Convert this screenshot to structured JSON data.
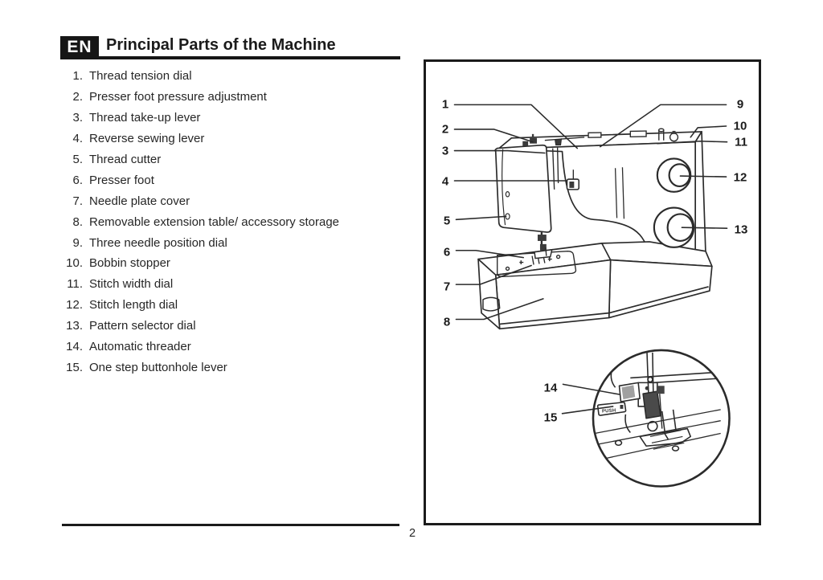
{
  "header": {
    "language_badge": "EN",
    "title": "Principal Parts of the Machine"
  },
  "parts_list": {
    "items": [
      {
        "num": "1.",
        "text": "Thread tension dial"
      },
      {
        "num": "2.",
        "text": "Presser foot pressure adjustment"
      },
      {
        "num": "3.",
        "text": "Thread take-up lever"
      },
      {
        "num": "4.",
        "text": "Reverse sewing lever"
      },
      {
        "num": "5.",
        "text": "Thread cutter"
      },
      {
        "num": "6.",
        "text": "Presser foot"
      },
      {
        "num": "7.",
        "text": "Needle plate cover"
      },
      {
        "num": "8.",
        "text": "Removable extension table/ accessory storage"
      },
      {
        "num": "9.",
        "text": "Three needle position dial"
      },
      {
        "num": "10.",
        "text": "Bobbin stopper"
      },
      {
        "num": "11.",
        "text": "Stitch width dial"
      },
      {
        "num": "12.",
        "text": "Stitch length dial"
      },
      {
        "num": "13.",
        "text": "Pattern selector dial"
      },
      {
        "num": "14.",
        "text": "Automatic threader"
      },
      {
        "num": "15.",
        "text": "One step buttonhole lever"
      }
    ]
  },
  "diagram": {
    "callouts": [
      "1",
      "2",
      "3",
      "4",
      "5",
      "6",
      "7",
      "8",
      "9",
      "10",
      "11",
      "12",
      "13",
      "14",
      "15"
    ],
    "push_label": "PUSH"
  },
  "footer": {
    "page_number": "2"
  },
  "colors": {
    "ink": "#1b1b1b",
    "line": "#2b2b2b",
    "badge_bg": "#161616",
    "badge_fg": "#ffffff",
    "shade_gray": "#a0a0a0"
  }
}
